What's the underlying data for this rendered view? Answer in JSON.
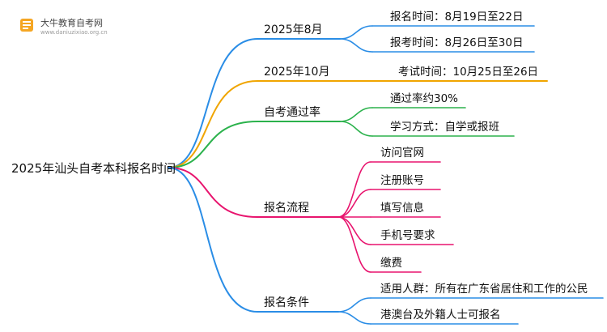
{
  "watermark": {
    "site_name": "大牛教育自考网",
    "site_url": "www.daniuzixiao.org.cn"
  },
  "root": {
    "label": "2025年汕头自考本科报名时间"
  },
  "colors": {
    "blue": "#2a8de6",
    "orange": "#f0a500",
    "green": "#2bb24c",
    "magenta": "#e8146e",
    "logo_orange": "#f5a623"
  },
  "branches": [
    {
      "label": "2025年8月",
      "color": "blue",
      "children": [
        "报名时间：8月19日至22日",
        "报考时间：8月26日至30日"
      ]
    },
    {
      "label": "2025年10月",
      "color": "orange",
      "children": [
        "考试时间：10月25日至26日"
      ]
    },
    {
      "label": "自考通过率",
      "color": "green",
      "children": [
        "通过率约30%",
        "学习方式：自学或报班"
      ]
    },
    {
      "label": "报名流程",
      "color": "magenta",
      "children": [
        "访问官网",
        "注册账号",
        "填写信息",
        "手机号要求",
        "缴费"
      ]
    },
    {
      "label": "报名条件",
      "color": "blue",
      "children": [
        "适用人群：所有在广东省居住和工作的公民",
        "港澳台及外籍人士可报名"
      ]
    }
  ]
}
